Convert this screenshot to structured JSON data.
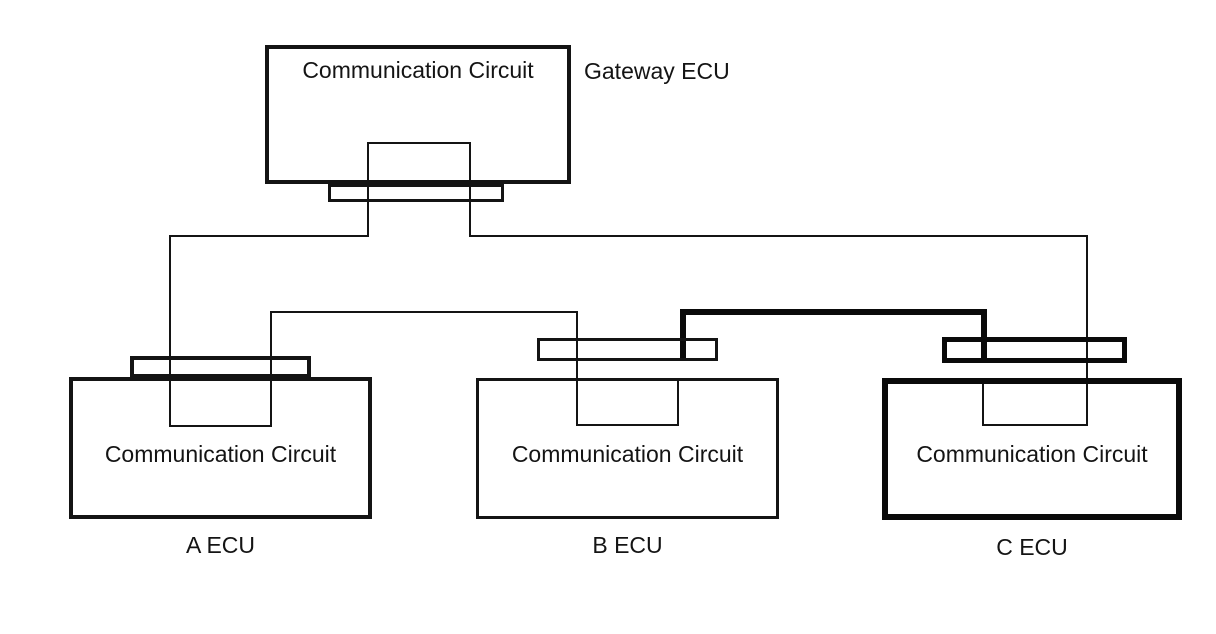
{
  "gateway": {
    "circuit_label": "Communication Circuit",
    "name": "Gateway ECU"
  },
  "ecus": [
    {
      "circuit_label": "Communication Circuit",
      "name": "A ECU"
    },
    {
      "circuit_label": "Communication Circuit",
      "name": "B ECU"
    },
    {
      "circuit_label": "Communication Circuit",
      "name": "C ECU",
      "highlighted": true
    }
  ],
  "colors": {
    "line": "#141414",
    "highlight_line": "#0a0a0a",
    "background": "#ffffff"
  }
}
